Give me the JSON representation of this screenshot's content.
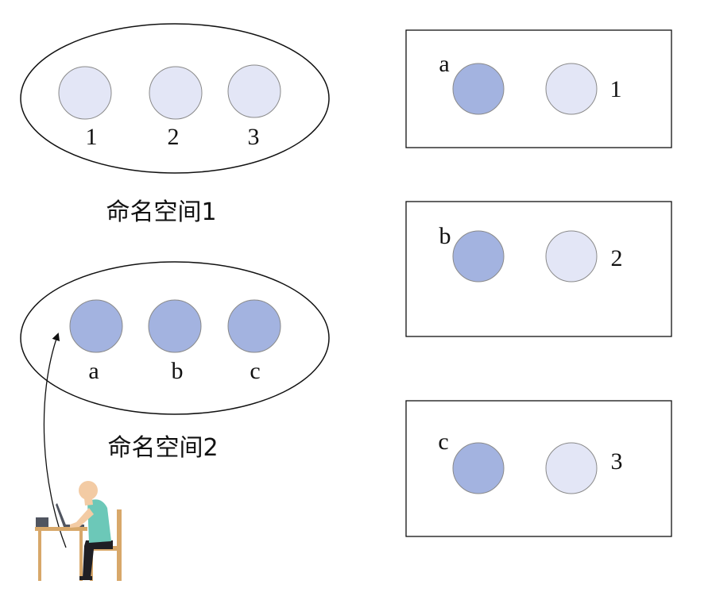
{
  "colors": {
    "light_node": "#e3e6f6",
    "dark_node": "#a3b3e0",
    "node_stroke": "#8a8a8a",
    "line": "#111111",
    "skin": "#f3cba4",
    "shirt": "#6cc8b8",
    "pants": "#1f1f24",
    "wood": "#d8a86a",
    "laptop": "#505560"
  },
  "namespaces": [
    {
      "label": "命名空间1",
      "style": "light",
      "members": [
        "1",
        "2",
        "3"
      ]
    },
    {
      "label": "命名空间2",
      "style": "dark",
      "members": [
        "a",
        "b",
        "c"
      ]
    }
  ],
  "mappings": [
    {
      "left": "a",
      "right": "1"
    },
    {
      "left": "b",
      "right": "2"
    },
    {
      "left": "c",
      "right": "3"
    }
  ],
  "icons": [
    "person-at-computer-icon"
  ]
}
